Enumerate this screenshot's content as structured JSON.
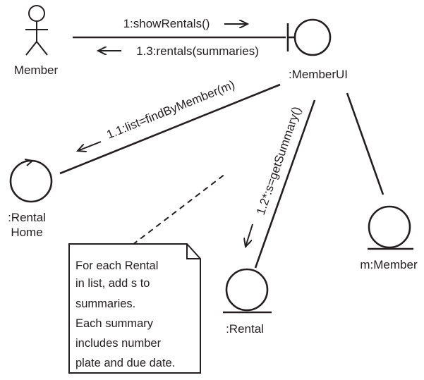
{
  "actor": {
    "name": "Member"
  },
  "boundary": {
    "name": ":MemberUI"
  },
  "control": {
    "name_line1": ":Rental",
    "name_line2": "Home"
  },
  "entities": {
    "rental": {
      "name": ":Rental"
    },
    "member": {
      "name": "m:Member"
    }
  },
  "messages": {
    "m1": "1:showRentals()",
    "m1_3": "1.3:rentals(summaries)",
    "m1_1": "1.1:list=findByMember(m)",
    "m1_2": "1.2*:s=getSummary()"
  },
  "note": {
    "lines": [
      "For each Rental",
      "in list, add s to",
      "summaries.",
      "Each summary",
      "includes number",
      "plate and due date."
    ]
  }
}
